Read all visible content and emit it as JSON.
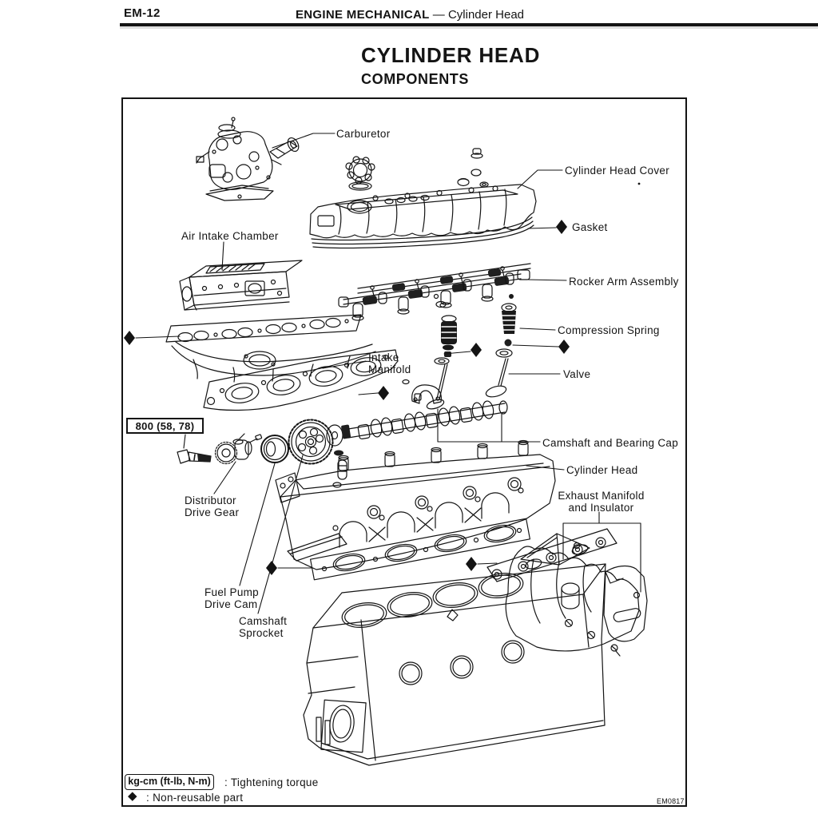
{
  "header": {
    "page_number": "EM-12",
    "section": "ENGINE MECHANICAL",
    "divider": "—",
    "subsection": "Cylinder Head"
  },
  "titles": {
    "title": "CYLINDER HEAD",
    "subtitle": "COMPONENTS"
  },
  "diagram": {
    "torque_spec": "800 (58, 78)",
    "figure_code": "EM0817",
    "labels": [
      {
        "text": "Carburetor"
      },
      {
        "text": "Cylinder Head Cover"
      },
      {
        "text": "Gasket"
      },
      {
        "text": "Air Intake Chamber"
      },
      {
        "text": "Rocker Arm Assembly"
      },
      {
        "text": "Compression Spring"
      },
      {
        "lines": [
          "Intake",
          "Manifold"
        ]
      },
      {
        "text": "Valve"
      },
      {
        "text": "Camshaft and Bearing Cap"
      },
      {
        "text": "Cylinder Head"
      },
      {
        "lines": [
          "Exhaust Manifold",
          "and Insulator"
        ]
      },
      {
        "lines": [
          "Distributor",
          "Drive Gear"
        ]
      },
      {
        "lines": [
          "Fuel Pump",
          "Drive Cam"
        ]
      },
      {
        "lines": [
          "Camshaft",
          "Sprocket"
        ]
      }
    ]
  },
  "legend": {
    "torque_box_label": "kg-cm (ft-lb, N-m)",
    "torque_text": ":  Tightening torque",
    "diamond_symbol": "◆",
    "nonreusable_text": ":  Non-reusable part"
  },
  "colors": {
    "ink": "#141414",
    "paper": "#ffffff"
  }
}
